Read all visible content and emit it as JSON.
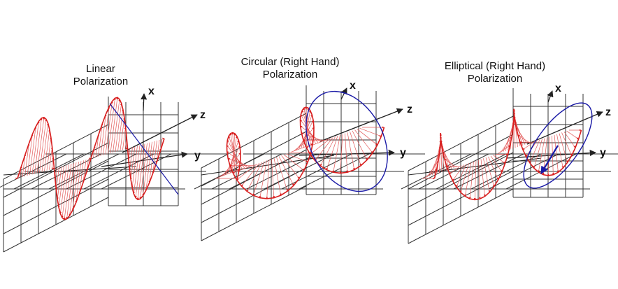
{
  "panels": [
    {
      "id": "linear",
      "title_line1": "Linear",
      "title_line2": "Polarization",
      "axis_x": "x",
      "axis_y": "y",
      "axis_z": "z"
    },
    {
      "id": "circular",
      "title_line1": "Circular (Right Hand)",
      "title_line2": "Polarization",
      "axis_x": "x",
      "axis_y": "y",
      "axis_z": "z"
    },
    {
      "id": "elliptical",
      "title_line1": "Elliptical (Right Hand)",
      "title_line2": "Polarization",
      "axis_x": "x",
      "axis_y": "y",
      "axis_z": "z"
    }
  ],
  "colors": {
    "wave": "#d81e1e",
    "wave_fill": "#e35a5a",
    "projection": "#1a1aa6",
    "grid": "#333333",
    "background": "#ffffff"
  }
}
